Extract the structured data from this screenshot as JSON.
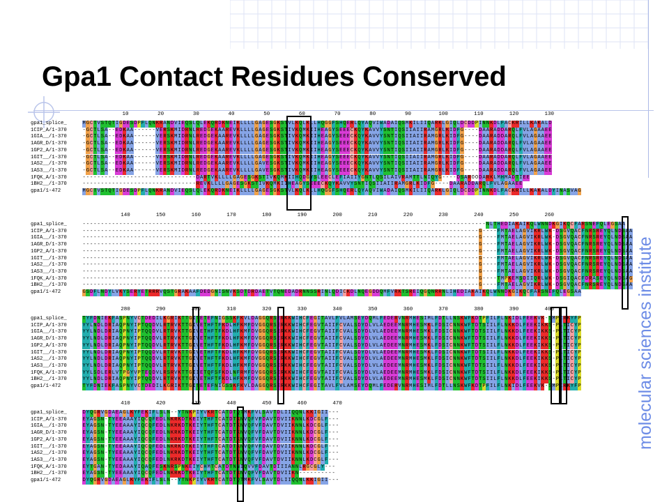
{
  "slide": {
    "title": "Gpa1 Contact Residues Conserved",
    "brand": "molecular sciences institute"
  },
  "colors": {
    "background": "#ffffff",
    "title": "#000000",
    "brand": "#6d8ce6",
    "residue_classes": {
      "hydrophobic": "#86a4e6",
      "positive": "#ec2a2a",
      "negative": "#d93bd6",
      "polar": "#20c030",
      "glycine": "#f1a24a",
      "proline": "#dada2a",
      "cysteine": "#f5a0a0",
      "aromatic": "#22aeae",
      "gap": "#ffffff"
    }
  },
  "alignment": {
    "blocks": [
      {
        "ticks": [
          10,
          20,
          30,
          40,
          50,
          60,
          70,
          80,
          90,
          100,
          110,
          120,
          130
        ],
        "rows": [
          {
            "label": "gpa1_splice_",
            "seq": "MGCTVSTQTIGDESDPFLQNKRANDVIEQSLQLEKQRDKNEIKLLLLGAGESGKSTVLKQLKLLHQGGFSHQERLQYAQVIWADAIQSMKILIIQARKLGIQLDCDDPINNKDLFACKRILLKAKALD"
          },
          {
            "label": "1CIP_A/1-370",
            "seq": "-GCTLSA--EDKAA------VERSKMIDRNLREDGEKAAREVKLLLLGAGESGKSTIVKQMKIIHEAGYSEEECKQYKAVVYSNTIQSIIAIIRAMGRLKIDFG----DAARADDARQLFVLAGAAEE"
          },
          {
            "label": "1GIA__/1-370",
            "seq": "-GCTLSA--EDKAA------VERSKMIDRNLREDGEKAAREVKLLLLGAGESGKSTIVKQMKIIHEAGYSEEECKQYKAVVYSNTIQSIIAIIRAMGRLKIDFG----DAARADDARQLFVLAGAAEE"
          },
          {
            "label": "1AGR_D/1-370",
            "seq": "-GCTLSA--EDKAA------VERSKMIDRNLREDGEKAAREVKLLLLGAGESGKSTIVKQMKIIHEAGYSEEECKQYKAVVYSNTIQSIIAIIRAMGRLKIDFG----DAARADDARQLFVLAGAAEE"
          },
          {
            "label": "1GP2_A/1-370",
            "seq": "-GCTLSA--EDKAA------VERSKMIDRNLREDGEKAAREVKLLLLGAGESGKSTIVKQMKIIHEAGYSEEECKQYKAVVYSNTIQSIIAIIRAMGRLKIDFG----DAARADDARQLFVLAGAAEE"
          },
          {
            "label": "1GIT__/1-370",
            "seq": "-GCTLSA--EDKAA------VERSKMIDRNLREDGEKAAREVKLLLLGAGESGKSTIVKQMKIIHEAGYSEEECKQYKAVVYSNTIQSIIAIIRAMGRLKIDFG----DAARADDARQLFVLAGAAEE"
          },
          {
            "label": "1AS2__/1-370",
            "seq": "-GCTLSA--EDKAA------VERSKMIDRNLREDGEKAAREVKLLLLGAVESGKSTIVKQMKIIHEAGYSEEECKQYKAVVYSNTIQSIIAIIRAMGRLKIDFG----DAARADDARQLFVLAGAAEE"
          },
          {
            "label": "1AS3__/1-370",
            "seq": "-GCTLSA--EDKAA------VERSKMIDRNLREDGEKAAREVKLLLLGAVESGKSTIVKQMKIIHEAGYSEEECKQYKAVVYSNTIQSIIAIIRAMGRLKIDFG----DAARADDARQLFVLAGAAEE"
          },
          {
            "label": "1FQK_A/1-370",
            "seq": "-------------------------------DARTVKLLLLGAGESGKSTIVKQMKIIHQDGYSLEECLEFIAIIYGNTLQSILAIVRAMTTLNIQYG----DSAROODARKLMHMADTIEE"
          },
          {
            "label": "1BH2__/1-370",
            "seq": "-------------------------------REVKLLLLGAGESGKSTIVKQMKIIHEAGYSEEECKQYKAVVYSNTIQSIIAIIRAMGRLKIDFG----DAARADDARQLFVLAGAAEE"
          },
          {
            "label": "gpa1/1-472",
            "seq": "MGCTVSTQTIGDESDPFLQNKRANDVIEQSLQLEKQRDKNEIKLLLLGAGESGKSTVLKQLKLLHQGGFSHQERLQYAQVIWADAIQSMKILIIQARKLGIQLDCDDPINNKDLFACKRILLKAKALDYINASVAG"
          }
        ]
      },
      {
        "ticks": [
          140,
          150,
          160,
          170,
          180,
          190,
          200,
          210,
          220,
          230,
          240,
          250,
          260
        ],
        "rows": [
          {
            "label": "gpa1_splice_",
            "seq": "--------------------------------------------------------------------------------------------------------------NLTHEDIAKAIKQLWNNDKGIKQCFARSNEFQLEGSAA"
          },
          {
            "label": "1CIP_A/1-370",
            "seq": "------------------------------------------------------------------------------------------------------------G----FMTAELAGVIKRLWK-DSGVQACFNRSREYQLNDSAA"
          },
          {
            "label": "1GIA__/1-370",
            "seq": "------------------------------------------------------------------------------------------------------------G----FMTAELAGVIKRLWK-DSGVQACFNRSREYQLNDSAA"
          },
          {
            "label": "1AGR_D/1-370",
            "seq": "------------------------------------------------------------------------------------------------------------G----FMTAELAGVIKRLWK-DSGVQACFNRSREYQLNDSAA"
          },
          {
            "label": "1GP2_A/1-370",
            "seq": "------------------------------------------------------------------------------------------------------------G----FMTAELAGVIKRLWK-DSGVQACFNRSREYQLNDSAA"
          },
          {
            "label": "1GIT__/1-370",
            "seq": "------------------------------------------------------------------------------------------------------------G----FMTAELAGVIKRLWK-DSGVQACFNRSREYQLNDSAA"
          },
          {
            "label": "1AS2__/1-370",
            "seq": "------------------------------------------------------------------------------------------------------------G----FMTAELAGVIKRLWK-DSGVQACFNRSREYQLNDSAA"
          },
          {
            "label": "1AS3__/1-370",
            "seq": "------------------------------------------------------------------------------------------------------------G----FMTAELAGVIKRLWK-DSGVQACFNRSREYQLNDSAA"
          },
          {
            "label": "1FQK_A/1-370",
            "seq": "------------------------------------------------------------------------------------------------------------G----TMPKEMSDIIQRLWK-DSGIQACFDRASEYQLNDSAG"
          },
          {
            "label": "1BH2__/1-370",
            "seq": "------------------------------------------------------------------------------------------------------------G----FMTAELAGVIKRLWK-DSGVQACFNRSREYQLNDSAA"
          },
          {
            "label": "gpa1/1-472",
            "seq": "GSDFLNDYLVKYSERYETRRRVQSTGRAKAAFDEDGNISNVKSDTDRDAETVTQNEDADRNNSSRINLQDICKDLNQEGDDQMFVRKTSREIQGQNRRNLIHEDIAKAIKQLWNNDKGIKQCFARSNEFQLEGSAA"
          }
        ]
      },
      {
        "ticks": [
          280,
          290,
          300,
          310,
          320,
          330,
          340,
          350,
          360,
          370,
          380,
          390,
          400
        ],
        "rows": [
          {
            "label": "gpa1_splice_",
            "seq": "TYFDNIEKFASPNYVCTDEDILKGRIKTTGITETEFNIGSSKFKVLDAGGQRSERKKWIHCFEGITAVLFVLAMSEYDQMLFEDERVNRMHESIMLFDTLLNSKWFKDTPFILFLNKIDLFEEKVK-SMPIRKYFP"
          },
          {
            "label": "1CIP_A/1-370",
            "seq": "YYLNDLDRIAQPNYIPTQQDVLRTRVKTTGIVETHFTFKDLHFKMFDVGGQRSERKKWIHCFEGVTAIIFCVALSDYDLVLAEDEEMNRMHESMKLFDSICNNKWFTDTSIILFLNKKDLFEEKIKKS-PLTICYP"
          },
          {
            "label": "1GIA__/1-370",
            "seq": "YYLNDLDRIAQPNYIPTQQDVLRTRVKTTGIVETHFTFKDLHFKMFDVGGQRSERKKWIHCFEGVTAIIFCVALSDYDLVLAEDEEMNRMHESMKLFDSICNNKWFTDTSIILFLNKKDLFEEKIKKS-PLTICYP"
          },
          {
            "label": "1AGR_D/1-370",
            "seq": "YYLNDLDRIAQPNYIPTQQDVLRTRVKTTGIVETHFTFKDLHFKMFDVGGQRSERKKWIHCFEGVTAIIFCVALSDYDLVLAEDEEMNRMHESMKLFDSICNNKWFTDTSIILFLNKKDLFEEKIKKS-PLTICYP"
          },
          {
            "label": "1GP2_A/1-370",
            "seq": "YYLNDLDRIAQPNYIPTQQDVLRTRVKTTGIVETHFTFKDLHFKMFDVGGQRSERKKWIHCFEGVTAIIFCVALSDYDLVLAEDEEMNRMHESMKLFDSICNNKWFTDTSIILFLNKKDLFEEKIKKS-PLTICYP"
          },
          {
            "label": "1GIT__/1-370",
            "seq": "YYLNDLDRIAQPNYIPTQQDVLRTRVKTTGIVETHFTFKDLHFKMFDVGGQRSERKKWIHCFEGVTAIIFCVALSDYDLVLAEDEEMNRMHESMKLFDSICNNKWFTDTSIILFLNKKDLFEEKIKKS-PLTICYP"
          },
          {
            "label": "1AS2__/1-370",
            "seq": "YYLNDLDRIAQPNYIPTQQDVLRTRVKTTGIVETHFTFKDLHFKMFDVGGQRSERKKWIHCFEGVTAIIFCVALSDYDLVLAEDEEMNRMHESMKLFDSICNNKWFTDTSIILFLNKKDLFEEKIKKS-PLTICYP"
          },
          {
            "label": "1AS3__/1-370",
            "seq": "YYLNDLDRIAQPNYIPTQQDVLRTRVKTTGIVETHFTFKDLHFKMFDVGGQRSERKKWIHCFEGVTAIIFCVALSDYDLVLAEDEEMNRMHESMKLFDSICNNKWFTDTSIILFLNKKDLFEEKIKKS-PLTICYP"
          },
          {
            "label": "1FQK_A/1-370",
            "seq": "YYLSDLERLVTPGYVPTEQDVLRSRVKTTGIIETQFSFKDLNFRMFDVGGQRSERKKWIHCFEGVTAIIFCVALSDYDLVLAEDEEMNRMHESMKLFDSICNNKWFTDTSIILFLNKKDLFEEKIKKS-PLTICYP"
          },
          {
            "label": "1BH2__/1-370",
            "seq": "YYLNDLDRIAQPNYIPTQQDVLRTRVKTTGIVETHFTFKDLHFKMFDVGGQRSERKKWIHCFEGVTAIIFCVALSDYDLVLAEDEEMNRMHESMKLFDSICNNKWFTDTSIILFLNKKDLFEEKIKKS-PLTICYP"
          },
          {
            "label": "gpa1/1-472",
            "seq": "TYFDNIEKFASPNYVCTDEDILKGRIKTTGITETEFNIGSSKFKVLDAGGQRSERKKWIHCFEGITAVLFVLAMSEYDQMLFEDERVNRMHESIMLFDTLLNSKWFKDTPFILFLNKIDLFEEKVK-SMPIRKYFP"
          }
        ]
      },
      {
        "ticks": [
          410,
          420,
          430,
          440,
          450,
          460,
          470
        ],
        "rows": [
          {
            "label": "gpa1_splice_",
            "seq": "DYQGRVGDAEAGLKYFEKIFLSLN--YTNKPIYVKRTCATDTQTMKFVLSAVTDLIIQQNLKKIGII---"
          },
          {
            "label": "1CIP_A/1-370",
            "seq": "EYAGSN-TYEEAAAYIQCQFEDLNKRKDTKEIYTHFTCATDTKNVQFVFDAVTDVIIKNNLKDCGLF---"
          },
          {
            "label": "1GIA__/1-370",
            "seq": "EYAGSN-TYEEAAAYIQCQFEDLNKRKDTKEIYTHFTCATDTKNVQFVFDAVTDVIIKNNLKDCGLF---"
          },
          {
            "label": "1AGR_D/1-370",
            "seq": "EYAGSN-TYEEAAAYIQCQFEDLNKRKDTKEIYTHFTCATDTKNVQFVFDAVTDVIIKNNLKDCGLF---"
          },
          {
            "label": "1GP2_A/1-370",
            "seq": "EYAGSN-TYEEAAAYIQCQFEDLNKRKDTKEIYTHFTCATDTKNVQFVFDAVTDVIIKNNLKDCGLF---"
          },
          {
            "label": "1GIT__/1-370",
            "seq": "EYAGSN-TYEEAAAYIQCQFEDLNKRKDTKEIYTHFTCATDTKNVQFVFDAVTDVIIKNNLKDCGLF---"
          },
          {
            "label": "1AS2__/1-370",
            "seq": "EYAGSN-TYEEAAAYIQCQFEDLNKRKDTKEIYTHFTCATDTKNVQFVFDAVTDVIIKNNLKDCGLF---"
          },
          {
            "label": "1AS3__/1-370",
            "seq": "EYAGSN-TYEEAAAYIQCQFEDLNKRKDTKEIYTHFTCATDTKNVQFVFDAVTDVIIKNNLKDCGLF---"
          },
          {
            "label": "1FQK_A/1-370",
            "seq": "EYTGAN-TYEDAAAYIQAQFESKNRSPNKEIYCHMTCATDTNNIQVVFDAVTDIIIANNLRGCGLY---"
          },
          {
            "label": "1BH2__/1-370",
            "seq": "EYAGSN-TYEEAAAYIQCQFEDLNKRKDTKEIYTHFTCATDTKNVQFVFDAVTDVIIKN----------"
          },
          {
            "label": "gpa1/1-472",
            "seq": "DYQGRVGDAEAGLKYFEKIFLSLN--YTNKPIYVKRTCATDTQTMKFVLSAVTDLIIQQNLKKIGII---"
          }
        ]
      }
    ]
  }
}
